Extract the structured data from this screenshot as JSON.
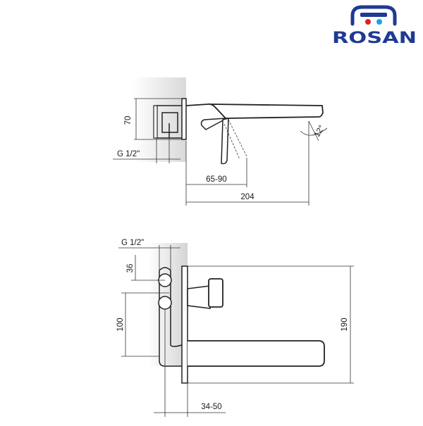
{
  "brand": {
    "name": "ROSAN",
    "colors": {
      "primary": "#1f3a93",
      "hot": "#e0212b",
      "cold": "#1aa3e8"
    }
  },
  "side_view": {
    "dim_height": "70",
    "dim_thread": "G 1/2\"",
    "dim_depth": "65-90",
    "dim_length": "204",
    "dim_angle": "12°"
  },
  "front_view": {
    "dim_thread": "G 1/2\"",
    "dim_small": "36",
    "dim_spacing": "100",
    "dim_height": "190",
    "dim_depth": "34-50"
  }
}
